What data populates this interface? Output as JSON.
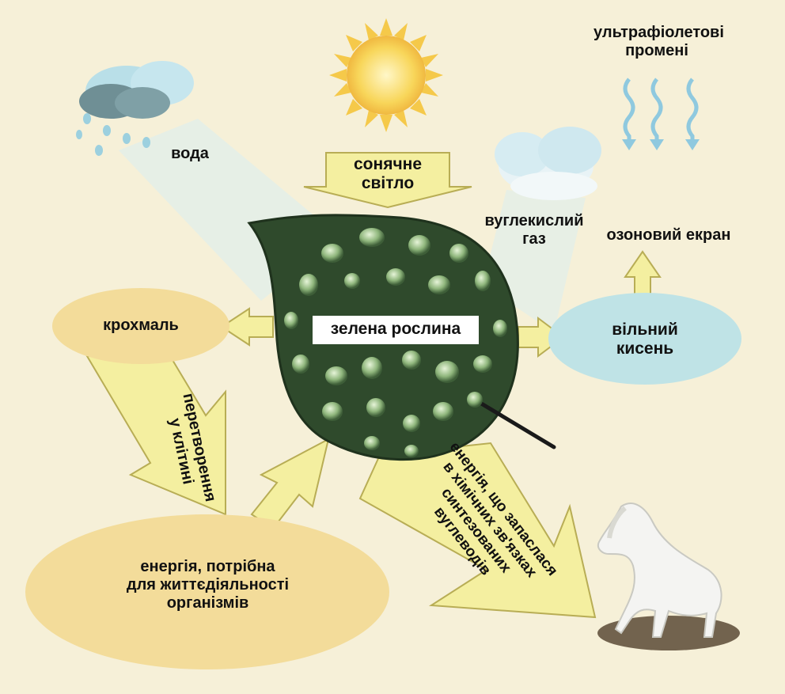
{
  "labels": {
    "water": "вода",
    "sunlight": [
      "сонячне",
      "світло"
    ],
    "uv": [
      "ультрафіолетові",
      "промені"
    ],
    "co2": [
      "вуглекислий",
      "газ"
    ],
    "ozone": "озоновий екран",
    "plant": "зелена рослина",
    "starch": "крохмаль",
    "oxygen": [
      "вільний",
      "кисень"
    ],
    "transform": [
      "перетворення",
      "у клітині"
    ],
    "energy_life": [
      "енергія, потрібна",
      "для життєдіяльності",
      "організмів"
    ],
    "energy_stored": [
      "енергія, що запаслася",
      "в хімічних зв'язках",
      "синтезованих",
      "вуглеводів"
    ]
  },
  "colors": {
    "background": "#f6f0d8",
    "arrow_yellow": "#f4efa0",
    "arrow_stroke": "#b8ad55",
    "starch_oval": "#f3dc9a",
    "energy_oval": "#f3dc9a",
    "oxygen_oval": "#bfe3e6",
    "leaf": "#2f4a2c",
    "sun": "#f8d65a",
    "water_beam": "#dfeeea"
  },
  "icons": [
    "rain-cloud-icon",
    "sun-icon",
    "cloud-icon",
    "uv-rays-icon",
    "leaf-icon",
    "horse-icon"
  ]
}
